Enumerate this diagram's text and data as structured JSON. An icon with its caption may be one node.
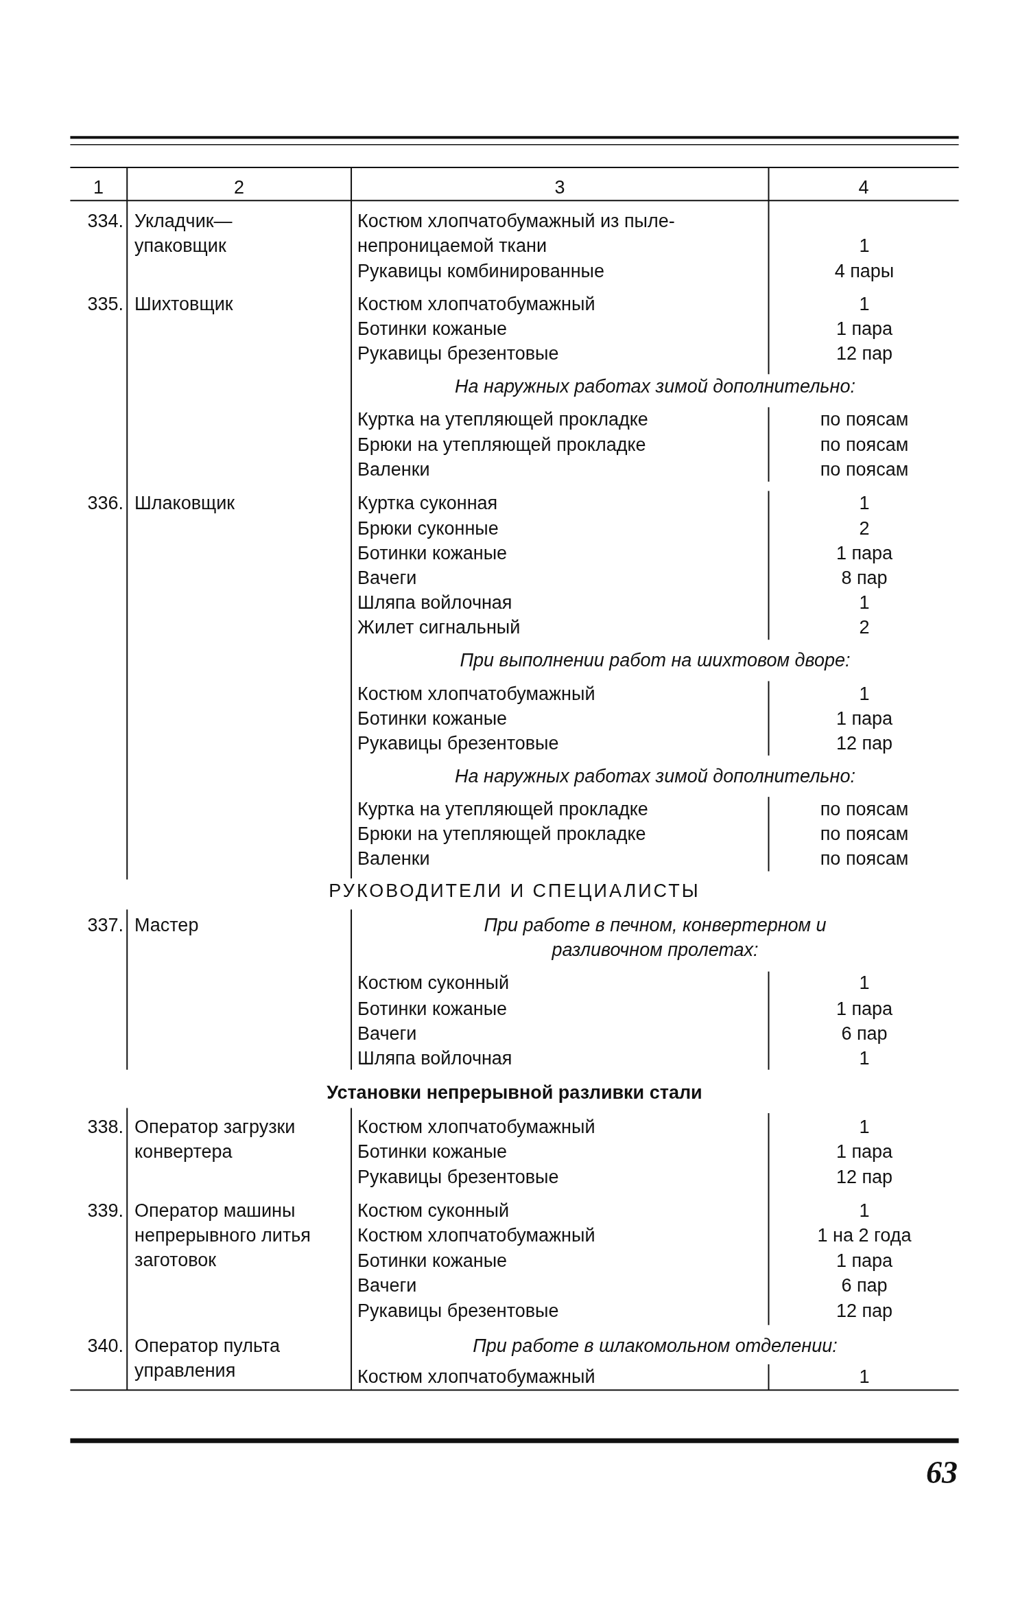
{
  "diagram": {
    "labels": [
      "1",
      "2",
      "3",
      "4",
      "334.",
      "Укладчик— упаковщик",
      "Костюм хлопчатобумажный из пыле- непроницаемой ткани",
      "1",
      "Рукавицы комбинированные",
      "4 пары",
      "335.",
      "Шихтовщик",
      "Костюм хлопчатобумажный",
      "1",
      "Ботинки кожаные",
      "1 пара",
      "Рукавицы брезентовые",
      "12 пар",
      "На наружных работах зимой дополнительно:",
      "Куртка на утепляющей прокладке",
      "по поясам",
      "Брюки на утепляющей прокладке",
      "по поясам",
      "Валенки",
      "по поясам",
      "336.",
      "Шлаковщик",
      "Куртка суконная",
      "1",
      "Брюки суконные",
      "2",
      "Ботинки кожаные",
      "1 пара",
      "Вачеги",
      "8 пар",
      "Шляпа войлочная",
      "1",
      "Жилет сигнальный",
      "2",
      "При выполнении работ на шихтовом дворе:",
      "Костюм хлопчатобумажный",
      "1",
      "Ботинки кожаные",
      "1 пара",
      "Рукавицы брезентовые",
      "12 пар",
      "На наружных работах зимой дополнительно:",
      "Куртка на утепляющей прокладке",
      "по поясам",
      "Брюки на утепляющей прокладке",
      "по поясам",
      "Валенки",
      "по поясам",
      "РУКОВОДИТЕЛИ И СПЕЦИАЛИСТЫ",
      "337.",
      "Мастер",
      "При работе в печном, конвертерном и разливочном пролетах:",
      "Костюм суконный",
      "1",
      "Ботинки кожаные",
      "1 пара",
      "Вачеги",
      "6 пар",
      "Шляпа войлочная",
      "1",
      "Установки непрерывной разливки стали",
      "338.",
      "Оператор загрузки конвертера",
      "Костюм хлопчатобумажный",
      "1",
      "Ботинки кожаные",
      "1 пара",
      "Рукавицы брезентовые",
      "12 пар",
      "339.",
      "Оператор машины непрерывного литья заготовок",
      "Костюм суконный",
      "1",
      "Костюм хлопчатобумажный",
      "1 на 2 года",
      "Ботинки кожаные",
      "1 пара",
      "Вачеги",
      "6 пар",
      "Рукавицы брезентовые",
      "12 пар",
      "340.",
      "Оператор пульта управления",
      "При работе в шлакомольном отделении:",
      "Костюм хлопчатобумажный",
      "1",
      "63"
    ]
  }
}
